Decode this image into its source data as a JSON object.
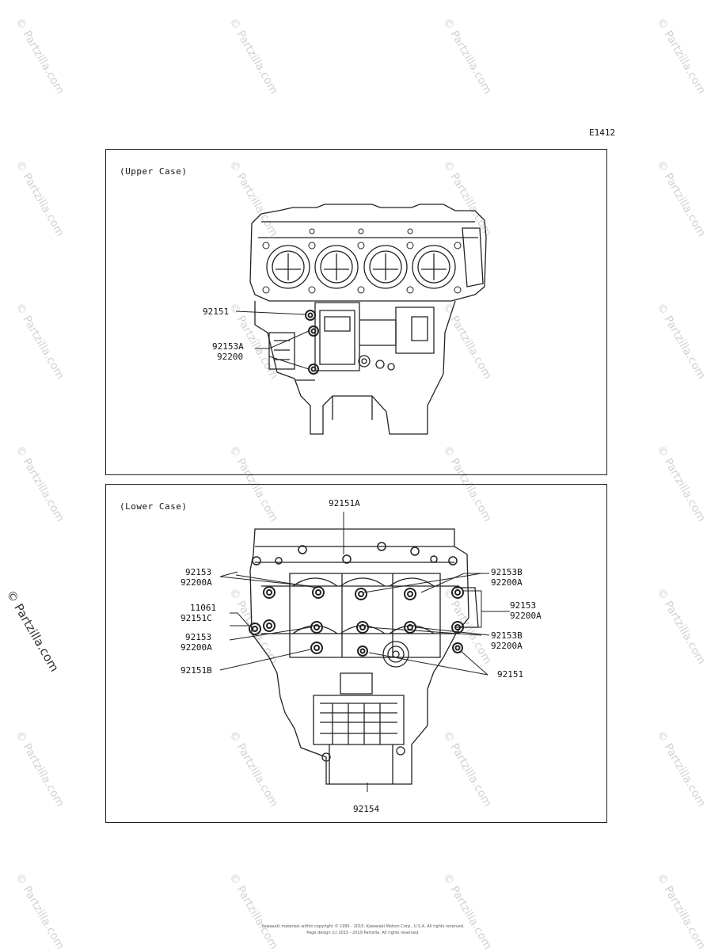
{
  "diagram_code": "E1412",
  "upper_panel": {
    "title": "(Upper Case)",
    "labels": {
      "part_92151": "92151",
      "part_92153A": "92153A",
      "part_92200": "92200"
    }
  },
  "lower_panel": {
    "title": "(Lower Case)",
    "labels": {
      "part_92151A": "92151A",
      "left_92153_a": "92153",
      "left_92200A_a": "92200A",
      "left_11061": "11061",
      "left_92151C": "92151C",
      "left_92153_b": "92153",
      "left_92200A_b": "92200A",
      "left_92151B": "92151B",
      "right_92153B_a": "92153B",
      "right_92200A_a": "92200A",
      "right_92153": "92153",
      "right_92200A_mid": "92200A",
      "right_92153B_b": "92153B",
      "right_92200A_b": "92200A",
      "right_92151": "92151",
      "bottom_92154": "92154"
    }
  },
  "watermark": "© Partzilla.com",
  "footer": {
    "line1": "Kawasaki materials within copyright © 1995 - 2015. Kawasaki Motors Corp., U.S.A. All rights reserved.",
    "line2": "Page design (c) 2015 - 2019 Partzilla. All rights reserved."
  }
}
